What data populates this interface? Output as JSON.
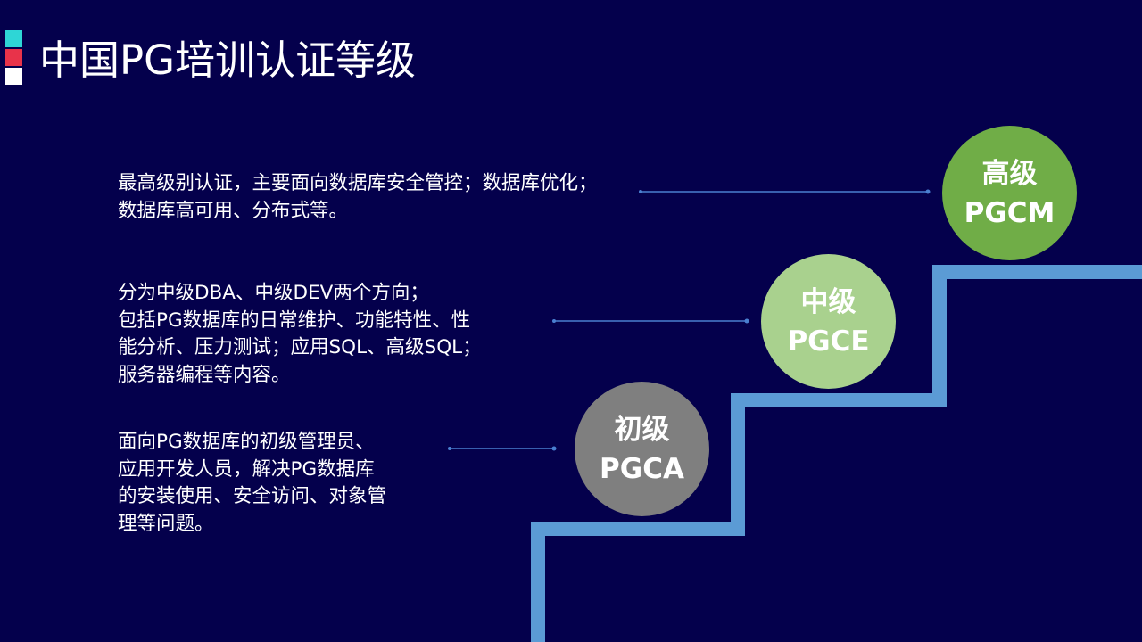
{
  "title": "中国PG培训认证等级",
  "colors": {
    "background": "#04004c",
    "stair": "#5b9bd5",
    "connector": "#4a7fd0",
    "logo": [
      "#2ed6d6",
      "#e8334a",
      "#ffffff"
    ],
    "high": "#70ad47",
    "mid": "#a9d18e",
    "low": "#7f7f7f"
  },
  "levels": {
    "high": {
      "name": "高级",
      "code": "PGCM",
      "description": [
        "最高级别认证，主要面向数据库安全管控；数据库优化；",
        "数据库高可用、分布式等。"
      ]
    },
    "mid": {
      "name": "中级",
      "code": "PGCE",
      "description": [
        "分为中级DBA、中级DEV两个方向；",
        "包括PG数据库的日常维护、功能特性、性",
        "能分析、压力测试；应用SQL、高级SQL；",
        "服务器编程等内容。"
      ]
    },
    "low": {
      "name": "初级",
      "code": "PGCA",
      "description": [
        "面向PG数据库的初级管理员、",
        "应用开发人员，解决PG数据库",
        "的安装使用、安全访问、对象管",
        "理等问题。"
      ]
    }
  }
}
